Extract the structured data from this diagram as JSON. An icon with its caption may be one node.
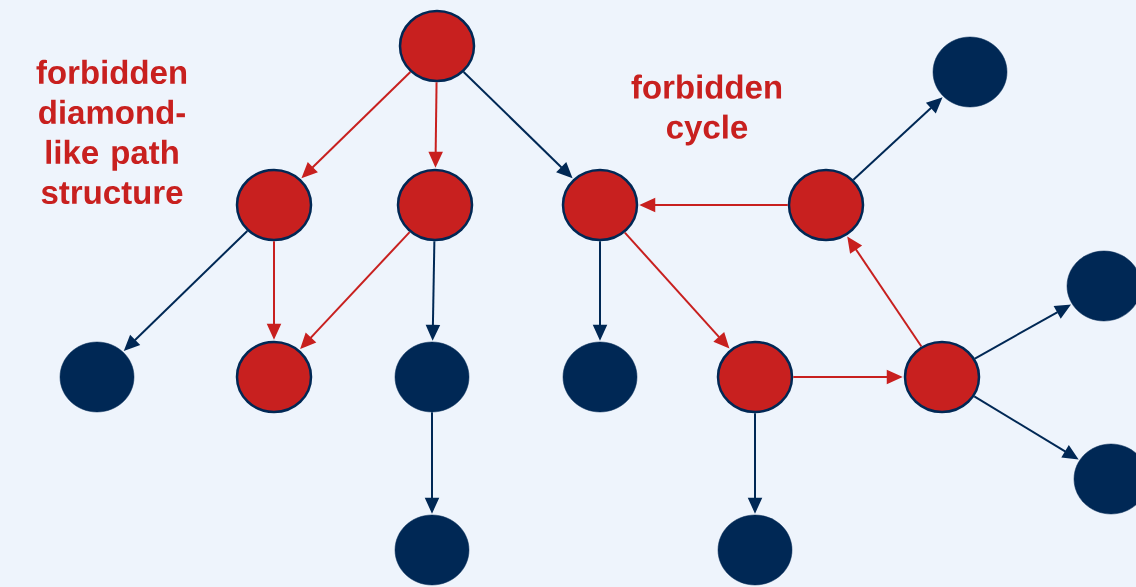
{
  "diagram": {
    "nodes": [
      {
        "text": [],
        "shape": "circle"
      },
      {
        "text": [],
        "shape": "circle"
      },
      {
        "text": [],
        "shape": "circle"
      },
      {
        "text": [],
        "shape": "circle"
      },
      {
        "text": [],
        "shape": "circle"
      },
      {
        "text": [],
        "shape": "circle"
      },
      {
        "text": [],
        "shape": "circle"
      },
      {
        "text": [],
        "shape": "circle"
      },
      {
        "text": [],
        "shape": "circle"
      },
      {
        "text": [],
        "shape": "circle"
      },
      {
        "text": [],
        "shape": "circle"
      },
      {
        "text": [],
        "shape": "circle"
      },
      {
        "text": [],
        "shape": "circle"
      },
      {
        "text": [],
        "shape": "circle"
      },
      {
        "text": [],
        "shape": "circle"
      },
      {
        "text": [],
        "shape": "circle"
      }
    ],
    "edges": [
      {
        "from": 0,
        "to": 1,
        "arrow": "to",
        "color": "#c8201f"
      },
      {
        "from": 0,
        "to": 2,
        "arrow": "to",
        "color": "#c8201f"
      },
      {
        "from": 0,
        "to": 3,
        "arrow": "to"
      },
      {
        "from": 1,
        "to": 6,
        "arrow": "to"
      },
      {
        "from": 1,
        "to": 7,
        "arrow": "to",
        "color": "#c8201f"
      },
      {
        "from": 2,
        "to": 7,
        "arrow": "to",
        "color": "#c8201f"
      },
      {
        "from": 2,
        "to": 8,
        "arrow": "to"
      },
      {
        "from": 8,
        "to": 14,
        "arrow": "to"
      },
      {
        "from": 3,
        "to": 9,
        "arrow": "to"
      },
      {
        "from": 3,
        "to": 10,
        "arrow": "to",
        "color": "#c8201f"
      },
      {
        "from": 10,
        "to": 11,
        "arrow": "to",
        "color": "#c8201f"
      },
      {
        "from": 11,
        "to": 4,
        "arrow": "to",
        "color": "#c8201f"
      },
      {
        "from": 4,
        "to": 3,
        "arrow": "to",
        "color": "#c8201f"
      },
      {
        "from": 4,
        "to": 5,
        "arrow": "to"
      },
      {
        "from": 11,
        "to": 12,
        "arrow": "to"
      },
      {
        "from": 11,
        "to": 13,
        "arrow": "to"
      },
      {
        "from": 10,
        "to": 15,
        "arrow": "to"
      }
    ],
    "labels": [
      "forbidden diamond-like path structure",
      "forbidden cycle"
    ]
  }
}
